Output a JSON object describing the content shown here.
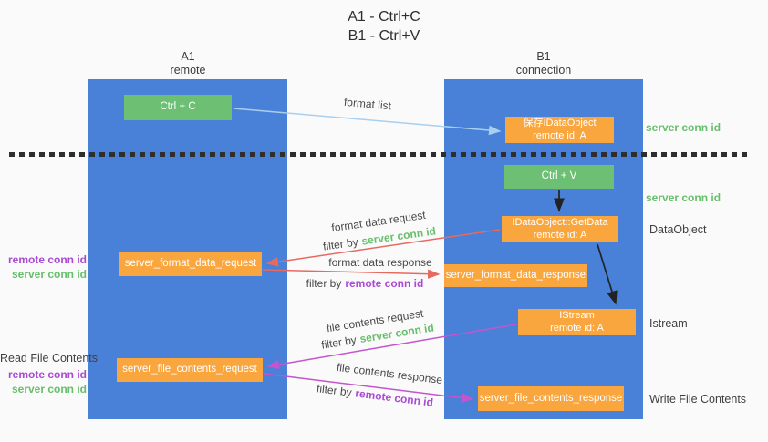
{
  "title": {
    "line1": "A1 - Ctrl+C",
    "line2": "B1 - Ctrl+V"
  },
  "columns": {
    "a1": {
      "name": "A1",
      "subtitle": "remote"
    },
    "b1": {
      "name": "B1",
      "subtitle": "connection"
    }
  },
  "boxes": {
    "ctrl_c": {
      "label": "Ctrl + C"
    },
    "save_idataobject": {
      "line1": "保存IDataObject",
      "line2": "remote id: A"
    },
    "ctrl_v": {
      "label": "Ctrl + V"
    },
    "getdata": {
      "line1": "IDataObject::GetData",
      "line2": "remote id: A"
    },
    "format_request": {
      "label": "server_format_data_request"
    },
    "format_response": {
      "label": "server_format_data_response"
    },
    "istream": {
      "line1": "IStream",
      "line2": "remote id: A"
    },
    "file_request": {
      "label": "server_file_contents_request"
    },
    "file_response": {
      "label": "server_file_contents_response"
    }
  },
  "arrows": {
    "format_list": {
      "label": "format list"
    },
    "format_request": {
      "label": "format data request",
      "filter_prefix": "filter by",
      "filter_key": "server conn id"
    },
    "format_response": {
      "label": "format data response",
      "filter_prefix": "filter by",
      "filter_key": "remote conn id"
    },
    "file_request": {
      "label": "file contents request",
      "filter_prefix": "filter by",
      "filter_key": "server conn id"
    },
    "file_response": {
      "label": "file contents response",
      "filter_prefix": "filter by",
      "filter_key": "remote conn id"
    }
  },
  "left_labels": {
    "format_remote": "remote conn id",
    "format_server": "server conn id",
    "read_file": "Read File Contents",
    "file_remote": "remote conn id",
    "file_server": "server conn id"
  },
  "right_labels": {
    "server_conn_top": "server conn id",
    "server_conn_mid": "server conn id",
    "dataobject": "DataObject",
    "istream": "Istream",
    "write_file": "Write File Contents"
  },
  "colors": {
    "column_blue": "#4a81d8",
    "box_green": "#6dbf74",
    "box_orange": "#f9a63f",
    "text_green": "#67bf6b",
    "text_purple": "#a94ad4",
    "arrow_red": "#e8695f",
    "arrow_magenta": "#c455cc",
    "arrow_blue": "#a9cfee",
    "arrow_black": "#222222"
  }
}
